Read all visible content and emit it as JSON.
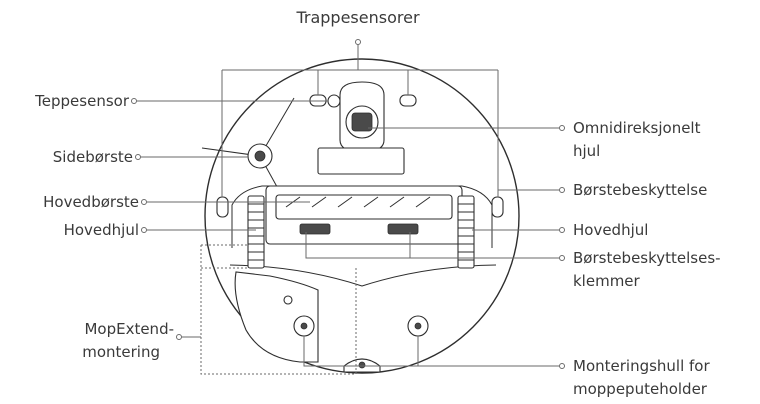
{
  "labels": {
    "stair_sensors": "Trappesensorer",
    "carpet_sensor": "Teppesensor",
    "side_brush": "Sidebørste",
    "main_brush": "Hovedbørste",
    "main_wheel_left": "Hovedhjul",
    "mopextend_line1": "MopExtend-",
    "mopextend_line2": "montering",
    "omni_wheel_line1": "Omnidireksjonelt",
    "omni_wheel_line2": "hjul",
    "brush_guard": "Børstebeskyttelse",
    "main_wheel_right": "Hovedhjul",
    "brush_guard_clips_line1": "Børstebeskyttelses-",
    "brush_guard_clips_line2": "klemmer",
    "mount_holes_line1": "Monteringshull for",
    "mount_holes_line2": "moppeputeholder"
  }
}
